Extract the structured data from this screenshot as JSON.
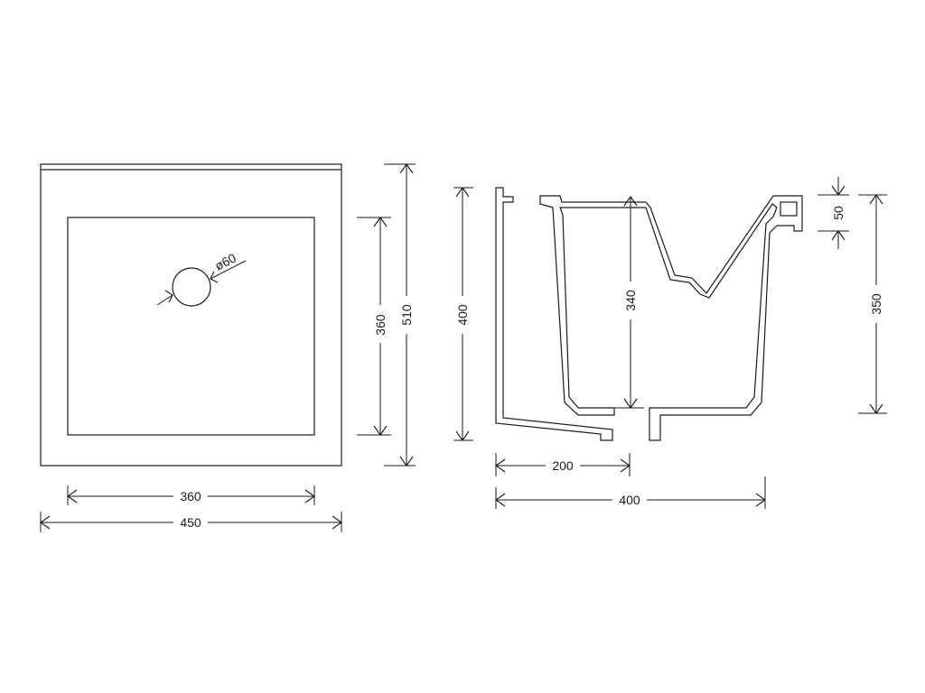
{
  "drawing": {
    "line_color": "#1a1a1a",
    "background": "#ffffff",
    "top_view": {
      "drain_diameter_label": "ø60",
      "inner_height_label": "360",
      "outer_height_label": "510",
      "inner_width_label": "360",
      "outer_width_label": "450"
    },
    "section_view": {
      "total_height_label": "400",
      "basin_depth_label": "340",
      "rim_height_label": "50",
      "back_height_label": "350",
      "half_depth_label": "200",
      "total_depth_label": "400"
    }
  }
}
